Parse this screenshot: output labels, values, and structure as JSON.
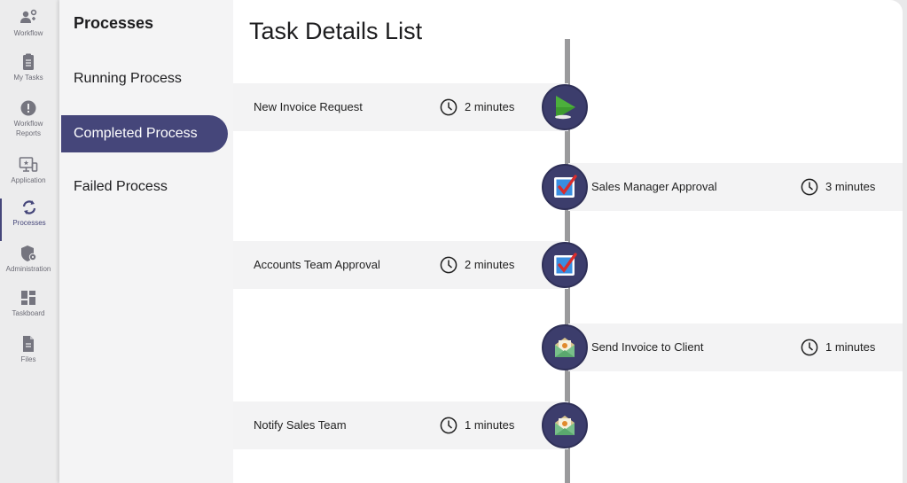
{
  "nav": {
    "items": [
      {
        "label": "Workflow",
        "icon": "workflow-icon"
      },
      {
        "label": "My Tasks",
        "icon": "clipboard-icon"
      },
      {
        "label": "Workflow Reports",
        "icon": "alert-icon"
      },
      {
        "label": "Application",
        "icon": "application-icon"
      },
      {
        "label": "Processes",
        "icon": "refresh-icon",
        "active": true
      },
      {
        "label": "Administration",
        "icon": "shield-icon"
      },
      {
        "label": "Taskboard",
        "icon": "dashboard-icon"
      },
      {
        "label": "Files",
        "icon": "file-icon"
      }
    ]
  },
  "sidebar": {
    "title": "Processes",
    "items": [
      {
        "label": "Running Process"
      },
      {
        "label": "Completed Process",
        "active": true
      },
      {
        "label": "Failed Process"
      }
    ]
  },
  "main": {
    "title": "Task Details List",
    "tasks": [
      {
        "name": "New Invoice Request",
        "duration": "2 minutes",
        "side": "left",
        "icon": "play-icon"
      },
      {
        "name": "Sales Manager Approval",
        "duration": "3 minutes",
        "side": "right",
        "icon": "checkbox-icon"
      },
      {
        "name": "Accounts Team Approval",
        "duration": "2 minutes",
        "side": "left",
        "icon": "checkbox-icon"
      },
      {
        "name": "Send Invoice to Client",
        "duration": "1 minutes",
        "side": "right",
        "icon": "envelope-icon"
      },
      {
        "name": "Notify Sales Team",
        "duration": "1 minutes",
        "side": "left",
        "icon": "envelope-icon"
      }
    ]
  },
  "colors": {
    "accent": "#45467a",
    "node": "#3c3d6c",
    "timeline": "#9a9a9c",
    "band": "#f3f3f4",
    "check_red": "#d92c2c",
    "check_blue": "#3a8ee0",
    "play_green": "#4caf3c"
  }
}
